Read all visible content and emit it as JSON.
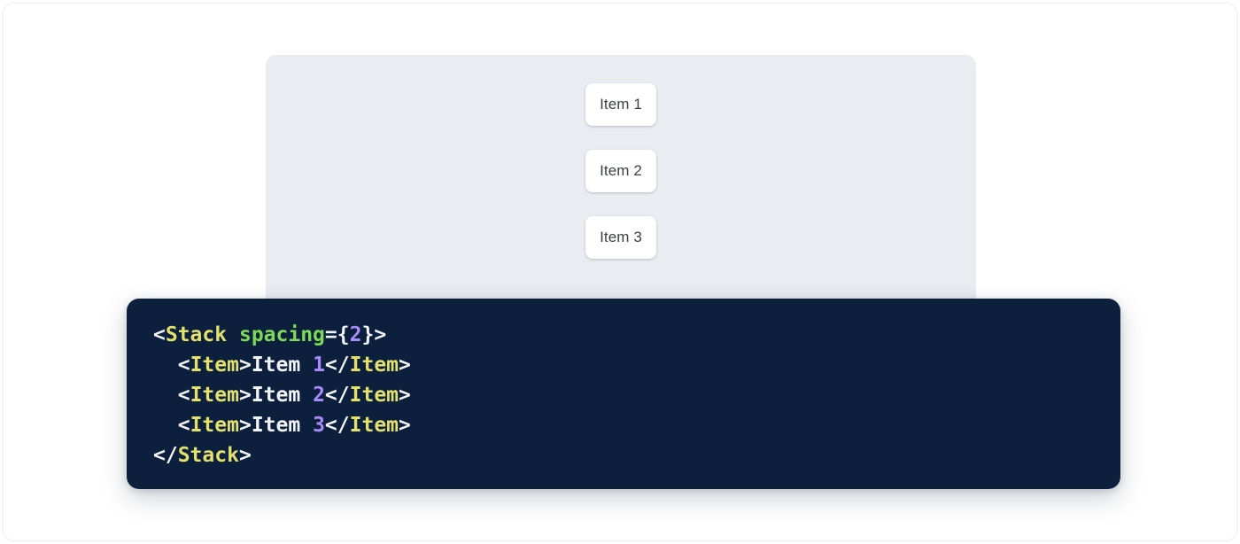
{
  "preview": {
    "panel_bg": "#e9ecf1",
    "items": [
      {
        "label": "Item 1"
      },
      {
        "label": "Item 2"
      },
      {
        "label": "Item 3"
      }
    ]
  },
  "code": {
    "background": "#0c1f3d",
    "language": "jsx",
    "colors": {
      "punctuation": "#f2f4f8",
      "tag": "#e3e06b",
      "attribute": "#7ed957",
      "number": "#a78bfa",
      "text": "#f2f4f8"
    },
    "lines": [
      {
        "indent": "",
        "tokens": [
          {
            "t": "punct",
            "v": "<"
          },
          {
            "t": "tag",
            "v": "Stack"
          },
          {
            "t": "text",
            "v": " "
          },
          {
            "t": "attr",
            "v": "spacing"
          },
          {
            "t": "punct",
            "v": "={"
          },
          {
            "t": "num",
            "v": "2"
          },
          {
            "t": "punct",
            "v": "}>"
          }
        ]
      },
      {
        "indent": "  ",
        "tokens": [
          {
            "t": "punct",
            "v": "<"
          },
          {
            "t": "tag",
            "v": "Item"
          },
          {
            "t": "punct",
            "v": ">"
          },
          {
            "t": "text",
            "v": "Item "
          },
          {
            "t": "num",
            "v": "1"
          },
          {
            "t": "punct",
            "v": "</"
          },
          {
            "t": "tag",
            "v": "Item"
          },
          {
            "t": "punct",
            "v": ">"
          }
        ]
      },
      {
        "indent": "  ",
        "tokens": [
          {
            "t": "punct",
            "v": "<"
          },
          {
            "t": "tag",
            "v": "Item"
          },
          {
            "t": "punct",
            "v": ">"
          },
          {
            "t": "text",
            "v": "Item "
          },
          {
            "t": "num",
            "v": "2"
          },
          {
            "t": "punct",
            "v": "</"
          },
          {
            "t": "tag",
            "v": "Item"
          },
          {
            "t": "punct",
            "v": ">"
          }
        ]
      },
      {
        "indent": "  ",
        "tokens": [
          {
            "t": "punct",
            "v": "<"
          },
          {
            "t": "tag",
            "v": "Item"
          },
          {
            "t": "punct",
            "v": ">"
          },
          {
            "t": "text",
            "v": "Item "
          },
          {
            "t": "num",
            "v": "3"
          },
          {
            "t": "punct",
            "v": "</"
          },
          {
            "t": "tag",
            "v": "Item"
          },
          {
            "t": "punct",
            "v": ">"
          }
        ]
      },
      {
        "indent": "",
        "tokens": [
          {
            "t": "punct",
            "v": "</"
          },
          {
            "t": "tag",
            "v": "Stack"
          },
          {
            "t": "punct",
            "v": ">"
          }
        ]
      }
    ]
  }
}
